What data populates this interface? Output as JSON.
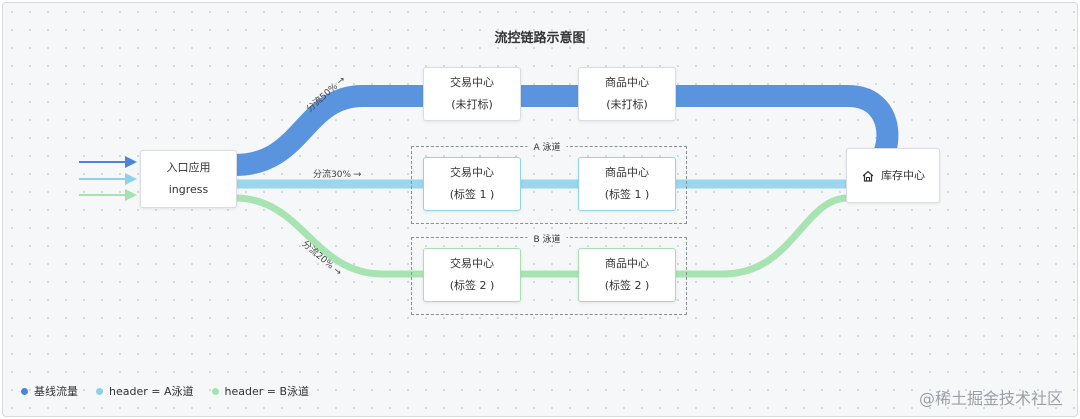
{
  "title": "流控链路示意图",
  "entry_node": {
    "line1": "入口应用",
    "line2": "ingress"
  },
  "baseline_nodes": [
    {
      "line1": "交易中心",
      "line2": "(未打标)"
    },
    {
      "line1": "商品中心",
      "line2": "(未打标)"
    }
  ],
  "lane_a": {
    "label": "A 泳道",
    "nodes": [
      {
        "line1": "交易中心",
        "line2": "(标签 1 )"
      },
      {
        "line1": "商品中心",
        "line2": "(标签 1 )"
      }
    ]
  },
  "lane_b": {
    "label": "B 泳道",
    "nodes": [
      {
        "line1": "交易中心",
        "line2": "(标签 2 )"
      },
      {
        "line1": "商品中心",
        "line2": "(标签 2 )"
      }
    ]
  },
  "inventory_node": {
    "label": "库存中心",
    "icon": "home-icon"
  },
  "flow_labels": {
    "baseline": "分流50% →",
    "a": "分流30% →",
    "b": "分流20% →"
  },
  "legend": [
    {
      "label": "基线流量",
      "color": "#4a86d8"
    },
    {
      "label": "header = A泳道",
      "color": "#8fd0ea"
    },
    {
      "label": "header = B泳道",
      "color": "#a6e2ae"
    }
  ],
  "colors": {
    "baseline": "#5b94de",
    "lane_a": "#9bd6ec",
    "lane_b": "#a8e4b2"
  },
  "watermark": "@稀土掘金技术社区"
}
